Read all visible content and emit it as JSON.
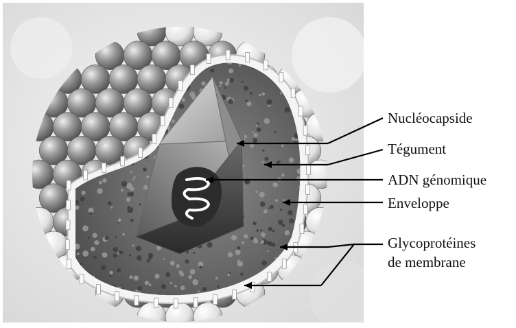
{
  "diagram": {
    "labels": {
      "nucleocapsid": "Nucléocapside",
      "tegument": "Tégument",
      "genome": "ADN génomique",
      "envelope": "Enveloppe",
      "glyco_line1": "Glycoprotéines",
      "glyco_line2": "de membrane"
    },
    "colors": {
      "background": "#ffffff",
      "photo_bg": "#ececec",
      "sphere_light": "#e6e6e6",
      "sphere_dark": "#5e5e5e",
      "envelope": "#f4f4f4",
      "tegument": "#6f6f6f",
      "capsid_light": "#d4d4d4",
      "capsid_dark": "#3a3a3a",
      "dna": "#ffffff",
      "pointer_lines": "#000000"
    }
  }
}
